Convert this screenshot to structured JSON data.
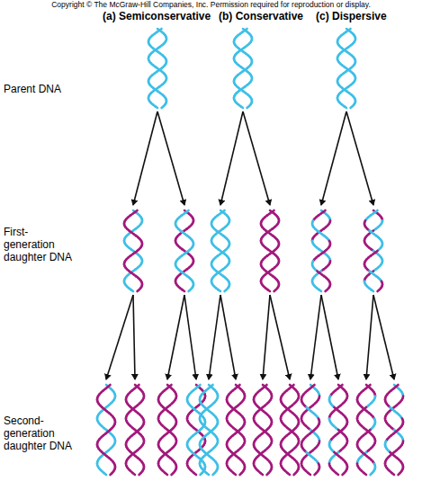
{
  "diagram": {
    "labels": [
      "Copyright © The McGraw-Hill Companies, Inc. Permission required for reproduction or display.",
      "(a) Semiconservative",
      "(b) Conservative",
      "(c) Dispersive",
      "Parent DNA",
      "First-generation daughter DNA",
      "Second-generation daughter DNA"
    ]
  }
}
